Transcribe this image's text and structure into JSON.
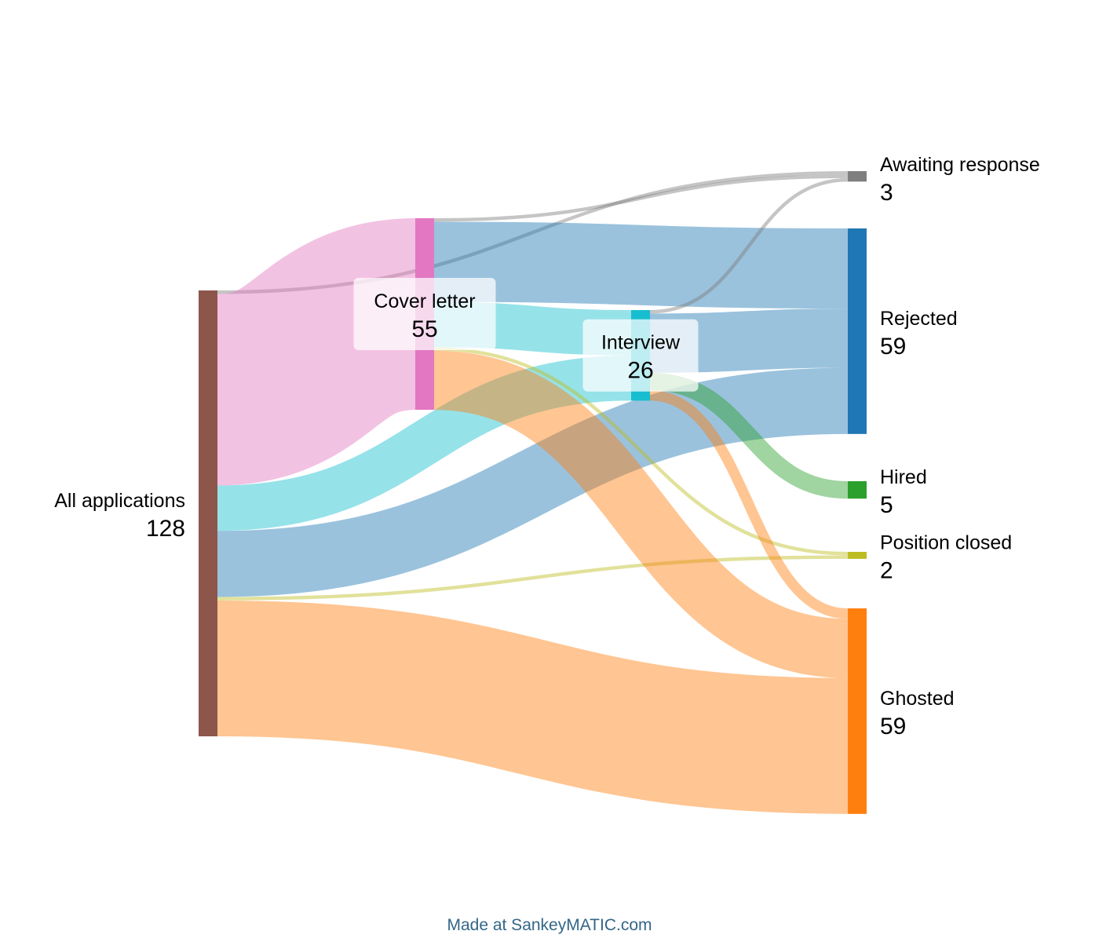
{
  "chart_data": {
    "type": "sankey",
    "nodes": [
      {
        "id": "all",
        "name": "All applications",
        "value": 128,
        "color": "#8c564b"
      },
      {
        "id": "cover",
        "name": "Cover letter",
        "value": 55,
        "color": "#e377c2"
      },
      {
        "id": "interview",
        "name": "Interview",
        "value": 26,
        "color": "#17becf"
      },
      {
        "id": "awaiting",
        "name": "Awaiting response",
        "value": 3,
        "color": "#7f7f7f"
      },
      {
        "id": "rejected",
        "name": "Rejected",
        "value": 59,
        "color": "#1f77b4"
      },
      {
        "id": "hired",
        "name": "Hired",
        "value": 5,
        "color": "#2ca02c"
      },
      {
        "id": "closed",
        "name": "Position closed",
        "value": 2,
        "color": "#bcbd22"
      },
      {
        "id": "ghosted",
        "name": "Ghosted",
        "value": 59,
        "color": "#ff7f0e"
      }
    ],
    "links": [
      {
        "source": "all",
        "target": "awaiting",
        "value": 1
      },
      {
        "source": "all",
        "target": "cover",
        "value": 55
      },
      {
        "source": "all",
        "target": "interview",
        "value": 13
      },
      {
        "source": "all",
        "target": "rejected",
        "value": 19
      },
      {
        "source": "all",
        "target": "closed",
        "value": 1
      },
      {
        "source": "all",
        "target": "ghosted",
        "value": 39
      },
      {
        "source": "cover",
        "target": "awaiting",
        "value": 1
      },
      {
        "source": "cover",
        "target": "rejected",
        "value": 23
      },
      {
        "source": "cover",
        "target": "interview",
        "value": 13
      },
      {
        "source": "cover",
        "target": "closed",
        "value": 1
      },
      {
        "source": "cover",
        "target": "ghosted",
        "value": 17
      },
      {
        "source": "interview",
        "target": "awaiting",
        "value": 1
      },
      {
        "source": "interview",
        "target": "rejected",
        "value": 17
      },
      {
        "source": "interview",
        "target": "hired",
        "value": 5
      },
      {
        "source": "interview",
        "target": "ghosted",
        "value": 3
      }
    ]
  },
  "footer": {
    "text": "Made at SankeyMATIC.com"
  }
}
